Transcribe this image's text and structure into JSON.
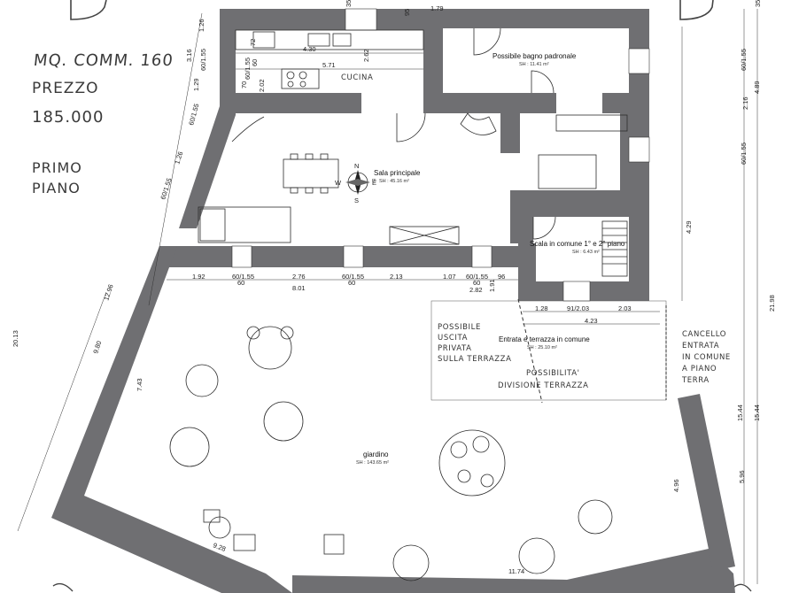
{
  "notes": {
    "mq": "MQ. COMM. 160",
    "prezzo_label": "PREZZO",
    "prezzo_value": "185.000",
    "floor_line1": "PRIMO",
    "floor_line2": "PIANO"
  },
  "rooms": {
    "bagno": {
      "name": "Possibile bagno padronale",
      "sh": "SH : 11.41 m²"
    },
    "cucina": {
      "name": "CUCINA"
    },
    "sala": {
      "name": "Sala principale",
      "sh": "SH : 45.16 m²"
    },
    "scala": {
      "name": "Scala in comune 1° e 2° piano",
      "sh": "SH : 6.43 m²"
    },
    "terrazza": {
      "name": "Entrata e terrazza in comune",
      "sh": "SH : 25.10 m²"
    },
    "giardino": {
      "name": "giardino",
      "sh": "SH : 143.65 m²"
    }
  },
  "compass": {
    "n": "N",
    "s": "S",
    "e": "E",
    "w": "W",
    "m": "m"
  },
  "handwritten": {
    "uscita": [
      "POSSIBILE",
      "USCITA",
      "PRIVATA",
      "SULLA TERRAZZA"
    ],
    "divisione": [
      "POSSIBILITA'",
      "DIVISIONE TERRAZZA"
    ],
    "cancello": [
      "CANCELLO",
      "ENTRATA",
      "IN COMUNE",
      "A PIANO",
      "TERRA"
    ]
  },
  "dimensions": {
    "d_126": "1.26",
    "d_316": "3.16",
    "d_60155_a": "60/1.55",
    "d_129": "1.29",
    "d_60155_b": "60/1.55",
    "d_126b": "1.26",
    "d_60155_c": "60/1.55",
    "d_1296": "12.96",
    "d_2013": "20.13",
    "d_980": "9.80",
    "d_743": "7.43",
    "d_430": "4.30",
    "d_571": "5.71",
    "d_262": "2.62",
    "d_72": "72",
    "d_60155_k": "60/1.55",
    "d_60": "60",
    "d_70": "70",
    "d_202": "2.02",
    "d_95": "95",
    "d_179": "1.79",
    "d_35": "35",
    "d_35b": "35",
    "d_60155_r": "60/1.55",
    "d_489": "4.89",
    "d_216": "2.16",
    "d_60155_r2": "60/1.55",
    "d_429": "4.29",
    "d_2198": "21.98",
    "d_1544": "15.44",
    "d_1544b": "15.44",
    "d_596": "5.96",
    "d_496": "4.96",
    "d_192": "1.92",
    "d_60155_t1": "60/1.55",
    "d_276": "2.76",
    "d_60155_t2": "60/1.55",
    "d_213": "2.13",
    "d_107": "1.07",
    "d_60155_t3": "60/1.55",
    "d_96": "96",
    "d_801": "8.01",
    "d_60_t1": "60",
    "d_60_t2": "60",
    "d_60_t3": "60",
    "d_282": "2.82",
    "d_191": "1.91",
    "d_128": "1.28",
    "d_912": "91/2.03",
    "d_203": "2.03",
    "d_423": "4.23",
    "d_928": "9.28",
    "d_1174": "11.74"
  }
}
